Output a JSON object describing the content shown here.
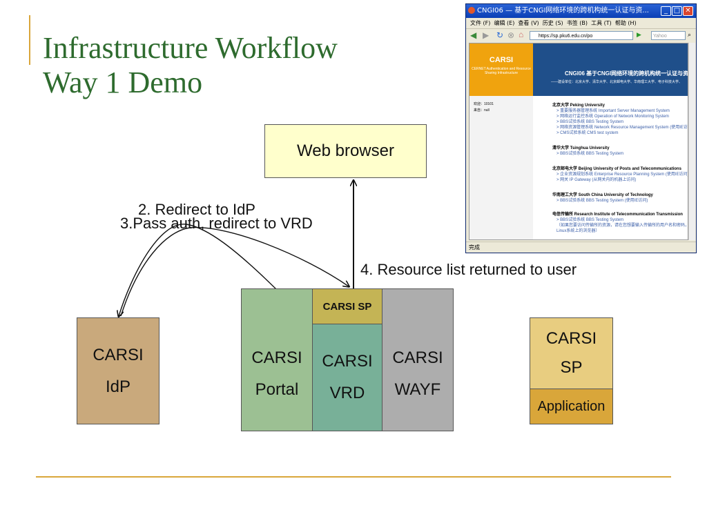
{
  "slide": {
    "title_line1": "Infrastructure Workflow",
    "title_line2": "Way 1 Demo"
  },
  "diagram": {
    "web_browser": "Web browser",
    "idp": [
      "CARSI",
      "IdP"
    ],
    "portal": [
      "CARSI",
      "Portal"
    ],
    "vrd": [
      "CARSI",
      "VRD"
    ],
    "wayf": [
      "CARSI",
      "WAYF"
    ],
    "carsi_sp_small": "CARSI SP",
    "sp_group": [
      "CARSI",
      "SP"
    ],
    "application": "Application",
    "labels": {
      "redirect": "2. Redirect to IdP",
      "pass_auth": "3.Pass auth, redirect to VRD",
      "resource_list": "4. Resource list returned to user"
    }
  },
  "browser_window": {
    "title": "CNGI06 — 基于CNGI网络环境的跨机构统一认证与资...",
    "menu": [
      "文件 (F)",
      "编辑 (E)",
      "查看 (V)",
      "历史 (S)",
      "书签 (B)",
      "工具 (T)",
      "帮助 (H)"
    ],
    "url": "https://sp.pku6.edu.cn/po",
    "search_placeholder": "Yahoo",
    "status": "完成",
    "banner_left_title": "CARSI",
    "banner_left_sub": "CERNET Authentication and Resource Sharing Infrastructure",
    "banner_right_title": "CNGI06 基于CNGI网络环境的跨机构统一认证与资",
    "banner_right_sub": "——建设单位：北京大学、清华大学、北京邮电大学、华南理工大学、电子科技大学、",
    "welcome": "欢迎：10101",
    "from": "来自：null",
    "universities": [
      {
        "name": "北京大学 Peking University",
        "systems": [
          "> 重要服务器管理系统 Important Server Management System",
          "> 网络运行监控系统 Operation of Network Monitoring System",
          "> BBS试验系统 BBS Testing System",
          "> 网络资源管理系统 Network Resource Management System (使用IE访",
          "> CMS试验系统 CMS test system"
        ]
      },
      {
        "name": "清华大学 Tsinghua University",
        "systems": [
          "> BBS试验系统 BBS Testing System"
        ]
      },
      {
        "name": "北京邮电大学 Beijing University of Posts and Telecommunications",
        "systems": [
          "> 企业资源规划系统 Enterprise Resource Planning System (使用IE访问)",
          "> 网关 IP Gateway (从网关内的机器上访问)"
        ]
      },
      {
        "name": "华南理工大学 South China University of Technology",
        "systems": [
          "> BBS试验系统 BBS Testing System (使用IE访问)"
        ]
      },
      {
        "name": "电信传输所 Research Institute of Telecommunication Transmission",
        "systems": [
          "> BBS试验系统 BBS Testing System",
          "（如果您要访问传输所的资源，请在您想要输入传输所的用户名和密码，",
          "Linux系统上的浏览器）"
        ]
      }
    ]
  }
}
